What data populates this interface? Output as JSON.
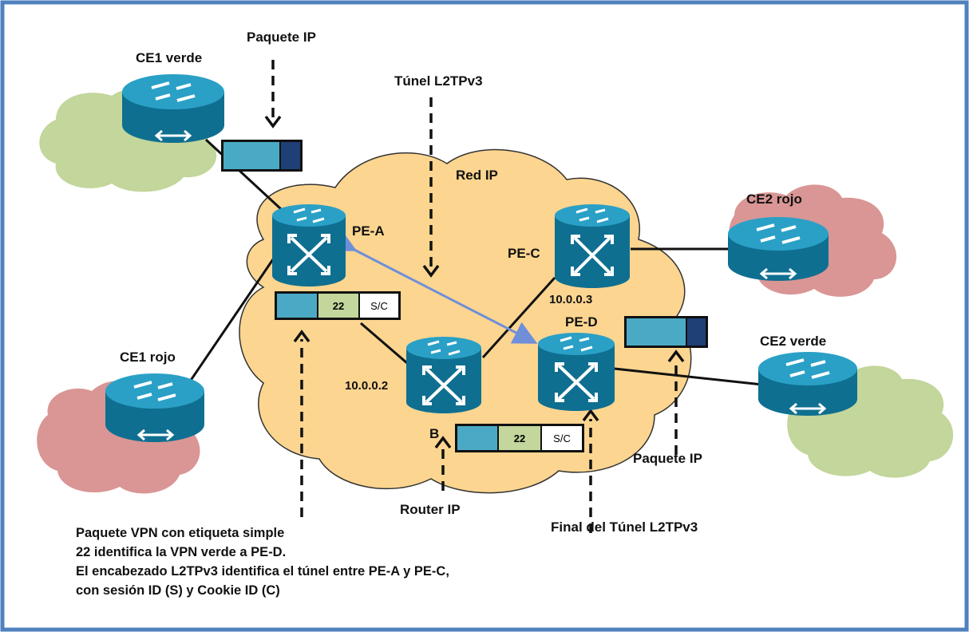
{
  "colors": {
    "frame": "#4f81bd",
    "green_cloud": "#c3d69b",
    "red_cloud": "#d99694",
    "ip_cloud": "#fcd590",
    "router_body": "#1b8cae",
    "payload": "#4aaac5",
    "header": "#1f3f77",
    "label_cell": "#c3d69b",
    "tunnel_arrow": "#6f8fd8"
  },
  "routers": {
    "ce1_verde": "CE1 verde",
    "ce1_rojo": "CE1 rojo",
    "ce2_rojo": "CE2 rojo",
    "ce2_verde": "CE2 verde",
    "pe_a": "PE-A",
    "pe_c": "PE-C",
    "pe_d": "PE-D",
    "router_b": "B"
  },
  "network_label": "Red IP",
  "addresses": {
    "pe_c": "10.0.0.3",
    "router_b": "10.0.0.2"
  },
  "callouts": {
    "paquete_ip_top": "Paquete IP",
    "tunel": "Túnel L2TPv3",
    "paquete_ip_right": "Paquete IP",
    "router_ip": "Router IP",
    "final_tunel": "Final del Túnel L2TPv3"
  },
  "packet_fields": {
    "label": "22",
    "session_cookie": "S/C"
  },
  "note": [
    "Paquete VPN con etiqueta simple",
    "22 identifica la VPN verde a PE-D.",
    "El encabezado L2TPv3 identifica el túnel entre PE-A y PE-C,",
    "con sesión ID (S) y Cookie ID (C)"
  ]
}
